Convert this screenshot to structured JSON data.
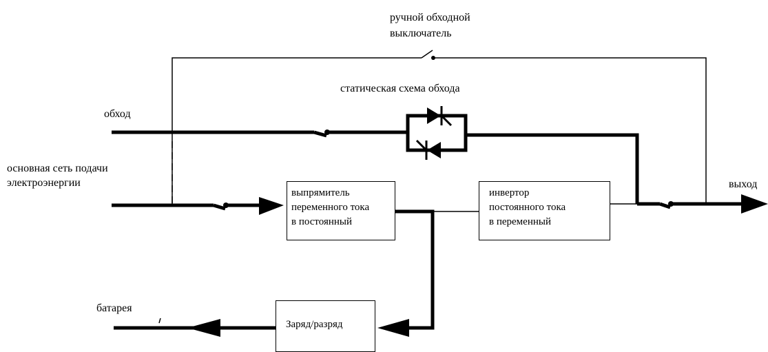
{
  "labels": {
    "manual_bypass_line1": "ручной обходной",
    "manual_bypass_line2": "выключатель",
    "static_bypass": "статическая схема обхода",
    "bypass_input": "обход",
    "mains_input_line1": "основная сеть подачи",
    "mains_input_line2": "электроэнергии",
    "output": "выход",
    "battery": "батарея"
  },
  "blocks": {
    "rectifier": [
      "выпрямитель",
      "переменного тока",
      "в постоянный"
    ],
    "inverter": [
      "инвертор",
      "постоянного тока",
      "в переменный"
    ],
    "charger": "Заряд/разряд"
  },
  "colors": {
    "line": "#000000",
    "background": "#ffffff"
  }
}
